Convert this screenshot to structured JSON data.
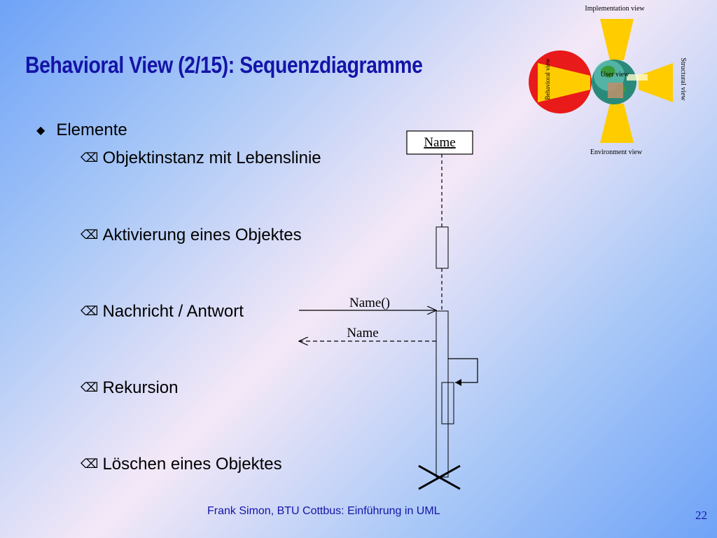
{
  "slide": {
    "title": "Behavioral View (2/15): Sequenzdiagramme",
    "footer": "Frank Simon, BTU Cottbus: Einführung in UML",
    "page_number": "22"
  },
  "bullets": {
    "main": "Elemente",
    "items": [
      "Objektinstanz mit Lebenslinie",
      "Aktivierung eines Objektes",
      "Nachricht / Antwort",
      "Rekursion",
      "Löschen eines Objektes"
    ]
  },
  "diagram": {
    "object_name": "Name",
    "message_label": "Name()",
    "reply_label": "Name"
  },
  "view_icon": {
    "top": "Implementation view",
    "left": "Behavioral view",
    "right": "Structural view",
    "bottom": "Environment view",
    "center": "User view"
  },
  "colors": {
    "title": "#1414a8",
    "highlight_red": "#e81a1a",
    "petal_yellow": "#ffcc00"
  }
}
